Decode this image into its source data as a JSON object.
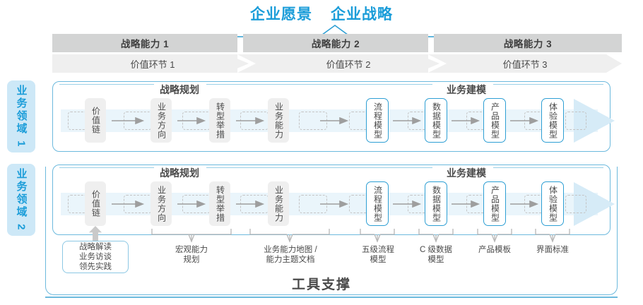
{
  "header": {
    "vision": "企业愿景",
    "strategy": "企业战略"
  },
  "capabilities": [
    {
      "label": "战略能力 1"
    },
    {
      "label": "战略能力 2"
    },
    {
      "label": "战略能力 3"
    }
  ],
  "value_links": [
    {
      "label": "价值环节 1"
    },
    {
      "label": "价值环节 2"
    },
    {
      "label": "价值环节 3"
    }
  ],
  "domains": [
    {
      "label": "业务领域 1"
    },
    {
      "label": "业务领域 2"
    }
  ],
  "sections": [
    {
      "label": "战略规划"
    },
    {
      "label": "业务建模"
    }
  ],
  "nodes": [
    {
      "label": "价值链",
      "style": "gray"
    },
    {
      "label": "业务方向",
      "style": "gray"
    },
    {
      "label": "转型举措",
      "style": "gray"
    },
    {
      "label": "业务能力",
      "style": "gray"
    },
    {
      "label": "流程模型",
      "style": "blue"
    },
    {
      "label": "数据模型",
      "style": "blue"
    },
    {
      "label": "产品模型",
      "style": "blue"
    },
    {
      "label": "体验模型",
      "style": "blue"
    }
  ],
  "tool_captions": [
    {
      "label": "战略解读\n业务访谈\n领先实践",
      "boxed": true
    },
    {
      "label": "宏观能力\n规划",
      "boxed": false
    },
    {
      "label": "业务能力地图 /\n能力主题文档",
      "boxed": false
    },
    {
      "label": "五级流程\n模型",
      "boxed": false
    },
    {
      "label": "C 级数据\n模型",
      "boxed": false
    },
    {
      "label": "产品模板",
      "boxed": false
    },
    {
      "label": "界面标准",
      "boxed": false
    }
  ],
  "footer": {
    "tool_support": "工具支撑"
  },
  "colors": {
    "accent_blue": "#1b9dd9",
    "frame_blue": "#6cb9dd",
    "band_gray": "#d3d4d4",
    "band_light_gray": "#efefef",
    "flow_band": "#eaf5fb",
    "domain_bg": "#cde8f7",
    "text_dark": "#4a4a4a"
  }
}
